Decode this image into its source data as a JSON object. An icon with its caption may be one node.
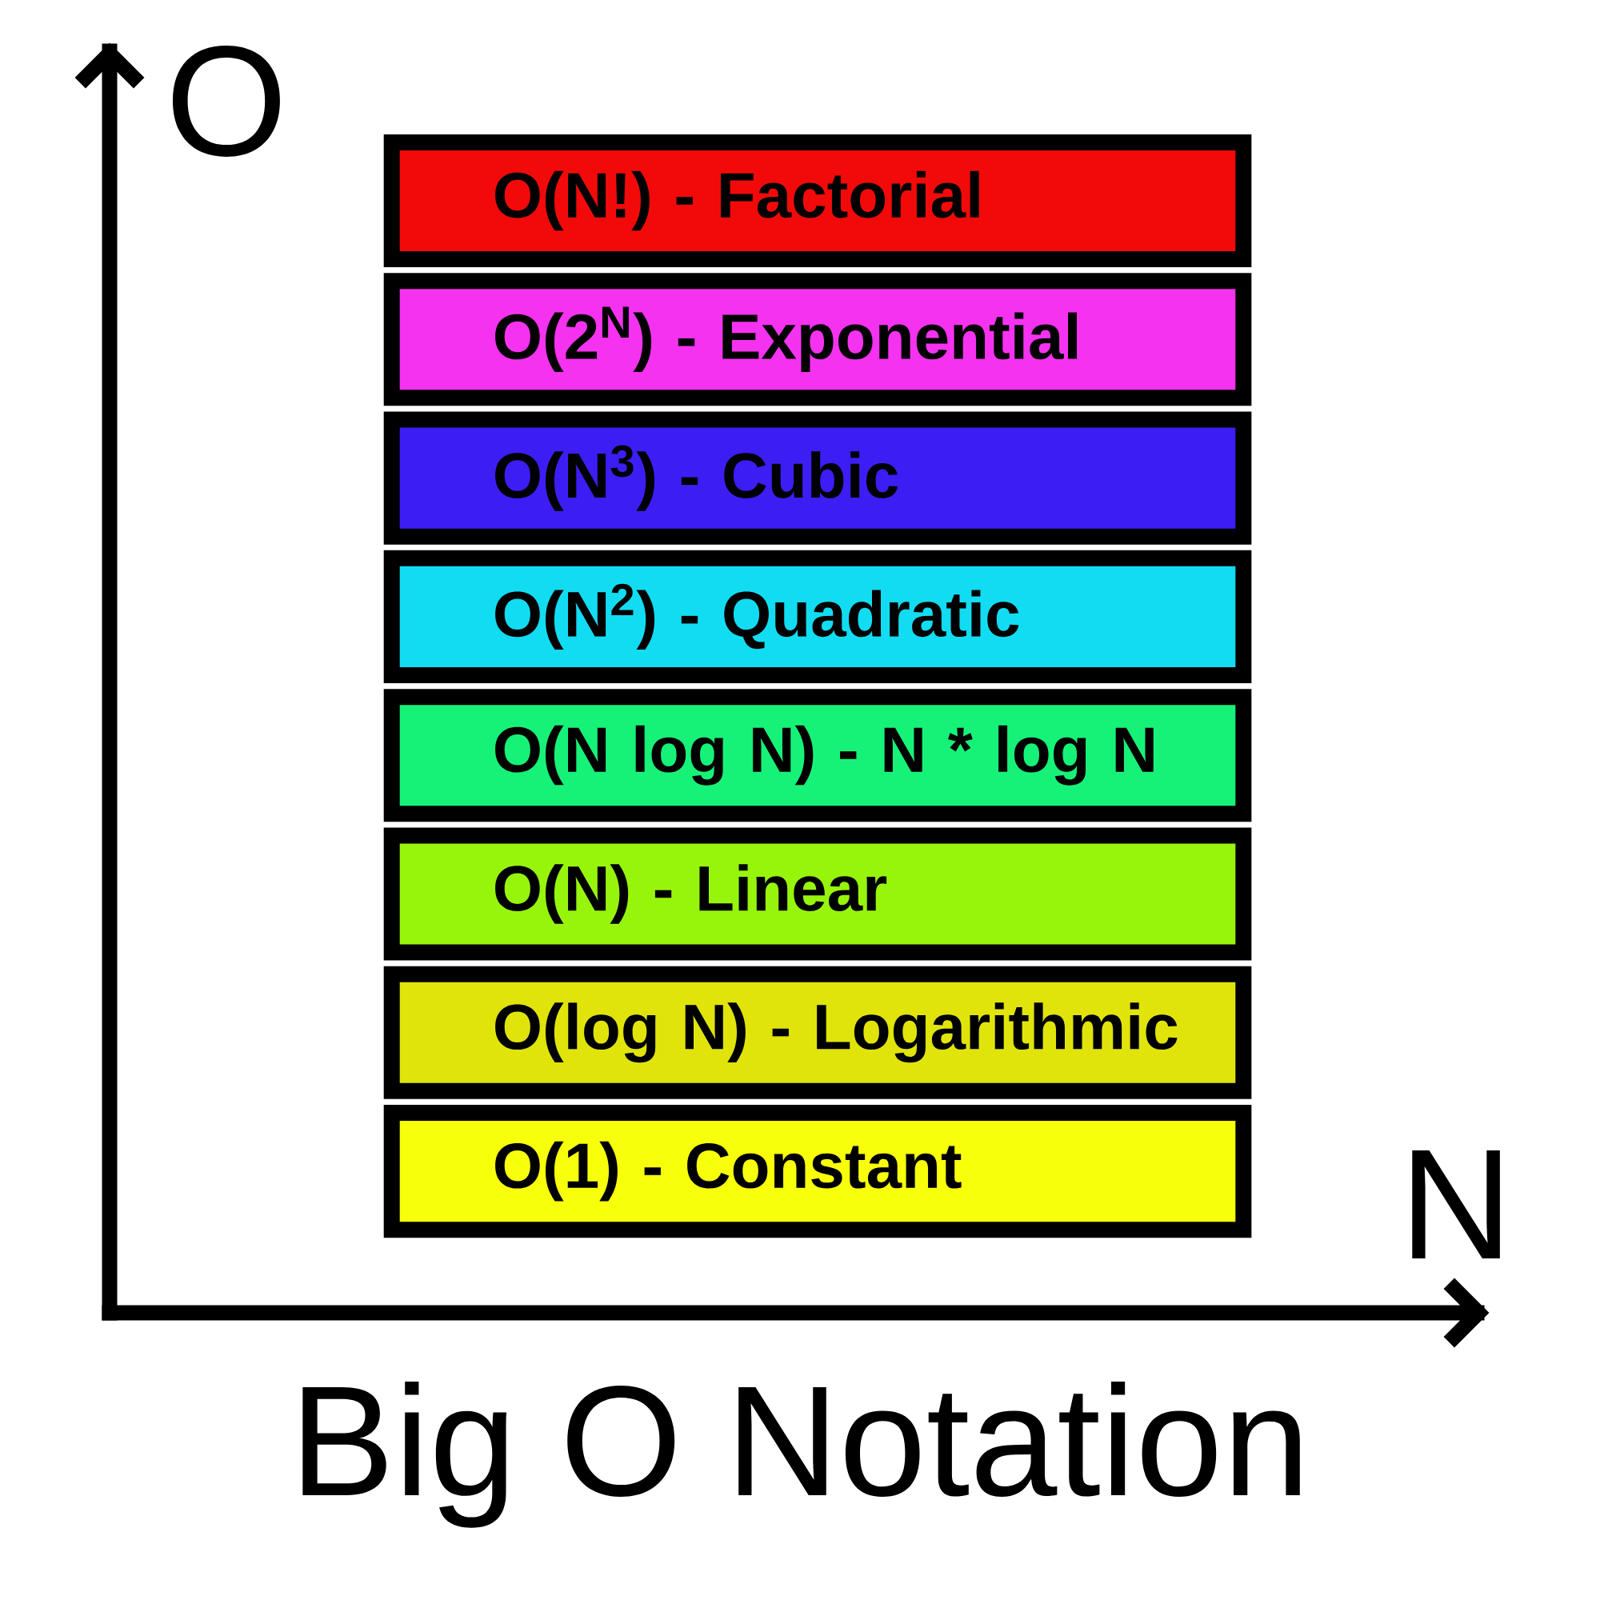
{
  "diagram": {
    "title": "Big O Notation",
    "nodes": [
      {
        "text": [
          "O(N!) - Factorial"
        ]
      },
      {
        "text": [
          "O(2$^{N}$) - Exponential"
        ]
      },
      {
        "text": [
          "O(N$^{3}$) - Cubic"
        ]
      },
      {
        "text": [
          "O(N$^{2}$) - Quadratic"
        ]
      },
      {
        "text": [
          "O(N log N) - N * log N"
        ]
      },
      {
        "text": [
          "O(N) - Linear"
        ]
      },
      {
        "text": [
          "O(log N) - Logarithmic"
        ]
      },
      {
        "text": [
          "O(1) - Constant"
        ]
      }
    ],
    "labels": [
      "O",
      "N"
    ]
  }
}
